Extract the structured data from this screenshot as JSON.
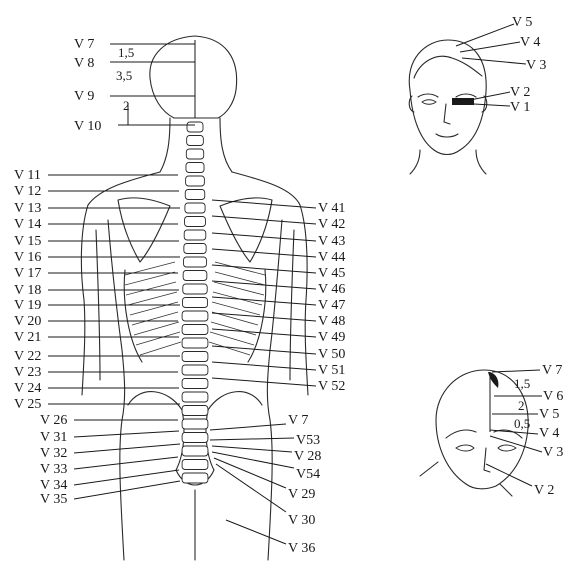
{
  "back_labels_left": [
    "V 7",
    "V 8",
    "V 9",
    "V 10",
    "V 11",
    "V 12",
    "V 13",
    "V 14",
    "V 15",
    "V 16",
    "V 17",
    "V 18",
    "V 19",
    "V 20",
    "V 21",
    "V 22",
    "V 23",
    "V 24",
    "V 25",
    "V 26",
    "V 31",
    "V 32",
    "V 33",
    "V 34",
    "V 35"
  ],
  "back_labels_right": [
    "V 41",
    "V 42",
    "V 43",
    "V 44",
    "V 45",
    "V 46",
    "V 47",
    "V 48",
    "V 49",
    "V 50",
    "V 51",
    "V 52"
  ],
  "sacral_labels": [
    "V 7",
    "V53",
    "V 28",
    "V54",
    "V 29",
    "V 30",
    "V 36"
  ],
  "head_measures": [
    "1,5",
    "3,5",
    "2"
  ],
  "face_labels": [
    "V 5",
    "V 4",
    "V 3",
    "V 2",
    "V 1"
  ],
  "crown_labels": [
    "V 7",
    "V 6",
    "V 5",
    "V 4",
    "V 3",
    "V 2"
  ],
  "crown_measures": [
    "1,5",
    "2",
    "0,5"
  ]
}
